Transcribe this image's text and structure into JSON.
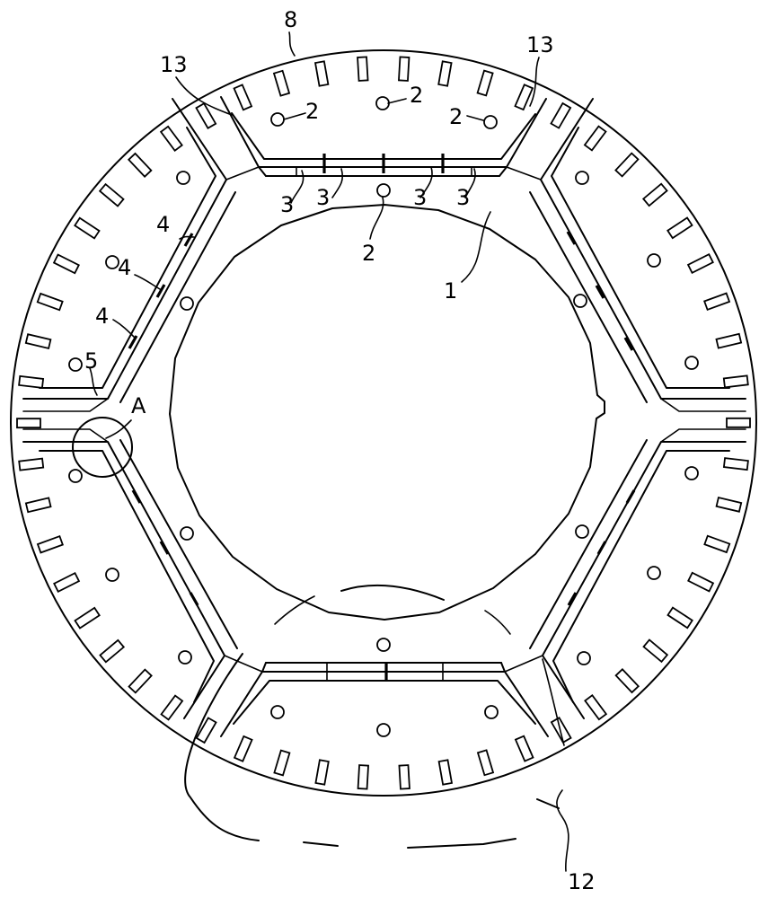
{
  "labels": {
    "l1": "1",
    "l2a": "2",
    "l2b": "2",
    "l2c": "2",
    "l2d": "2",
    "l3a": "3",
    "l3b": "3",
    "l3c": "3",
    "l3d": "3",
    "l4a": "4",
    "l4b": "4",
    "l4c": "4",
    "l5": "5",
    "l8": "8",
    "l12": "12",
    "l13a": "13",
    "l13b": "13",
    "lA": "A"
  }
}
